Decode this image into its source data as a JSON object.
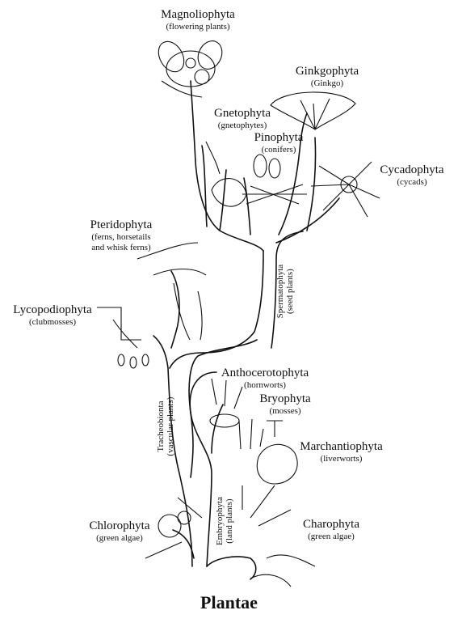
{
  "title": "Plantae",
  "taxa": {
    "magnoliophyta": {
      "name": "Magnoliophyta",
      "common": "(flowering plants)"
    },
    "ginkgophyta": {
      "name": "Ginkgophyta",
      "common": "(Ginkgo)"
    },
    "gnetophyta": {
      "name": "Gnetophyta",
      "common": "(gnetophytes)"
    },
    "pinophyta": {
      "name": "Pinophyta",
      "common": "(conifers)"
    },
    "cycadophyta": {
      "name": "Cycadophyta",
      "common": "(cycads)"
    },
    "pteridophyta": {
      "name": "Pteridophyta",
      "common_line1": "(ferns, horsetails",
      "common_line2": "and whisk ferns)"
    },
    "lycopodiophyta": {
      "name": "Lycopodiophyta",
      "common": "(clubmosses)"
    },
    "anthocerotophyta": {
      "name": "Anthocerotophyta",
      "common": "(hornworts)"
    },
    "bryophyta": {
      "name": "Bryophyta",
      "common": "(mosses)"
    },
    "marchantiophyta": {
      "name": "Marchantiophyta",
      "common": "(liverworts)"
    },
    "chlorophyta": {
      "name": "Chlorophyta",
      "common": "(green algae)"
    },
    "charophyta": {
      "name": "Charophyta",
      "common": "(green algae)"
    }
  },
  "clades": {
    "spermatophyta": {
      "line1": "Spermatophyta",
      "line2": "(seed plants)"
    },
    "tracheobionta": {
      "line1": "Tracheobionta",
      "line2": "(vascular plants)"
    },
    "embryophyta": {
      "line1": "Embryophyta",
      "line2": "(land plants)"
    }
  }
}
